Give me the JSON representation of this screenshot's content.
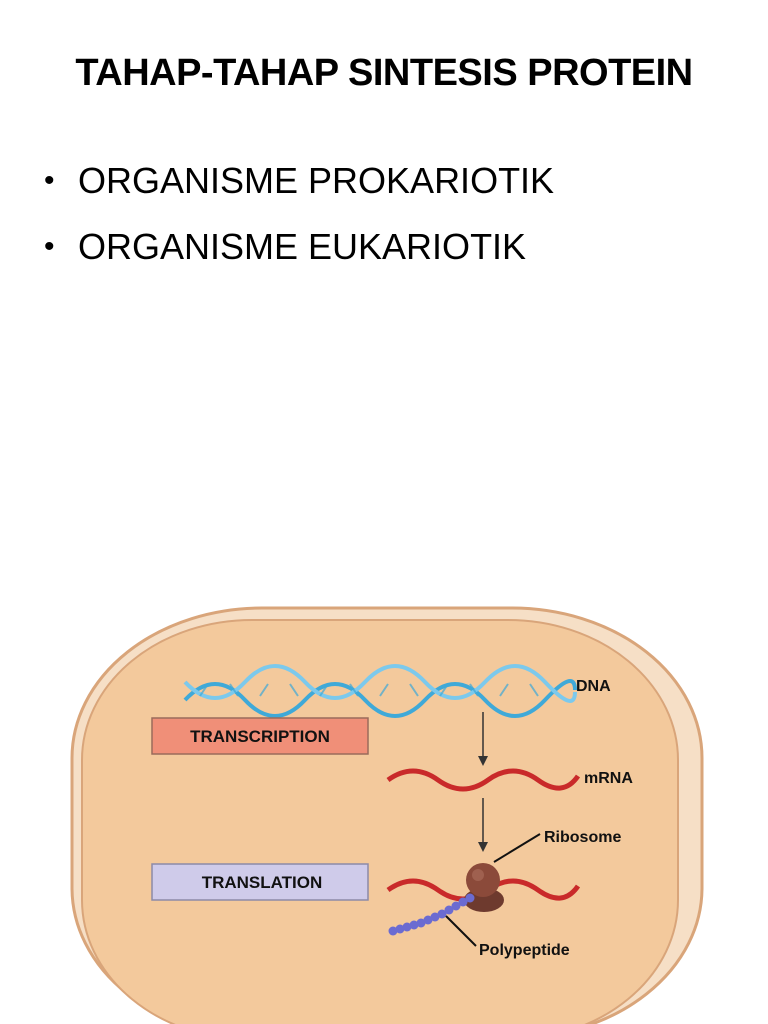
{
  "slide": {
    "title": "TAHAP-TAHAP SINTESIS PROTEIN",
    "bullets": [
      {
        "text": "ORGANISME PROKARIOTIK"
      },
      {
        "text": "ORGANISME EUKARIOTIK"
      }
    ]
  },
  "diagram": {
    "labels": {
      "dna": "DNA",
      "mrna": "mRNA",
      "ribosome": "Ribosome",
      "polypeptide": "Polypeptide"
    },
    "steps": {
      "transcription": "TRANSCRIPTION",
      "translation": "TRANSLATION"
    },
    "colors": {
      "cell_outer": "#f6dfc6",
      "cell_inner": "#f3c99c",
      "cell_border": "#d9a57a",
      "dna_strand": "#3fa9d8",
      "mrna_strand": "#c92a2a",
      "transcription_box": "#f08f78",
      "translation_box": "#cfcbea",
      "ribosome": "#8b4a3a",
      "polypeptide": "#6b6bd1"
    }
  }
}
